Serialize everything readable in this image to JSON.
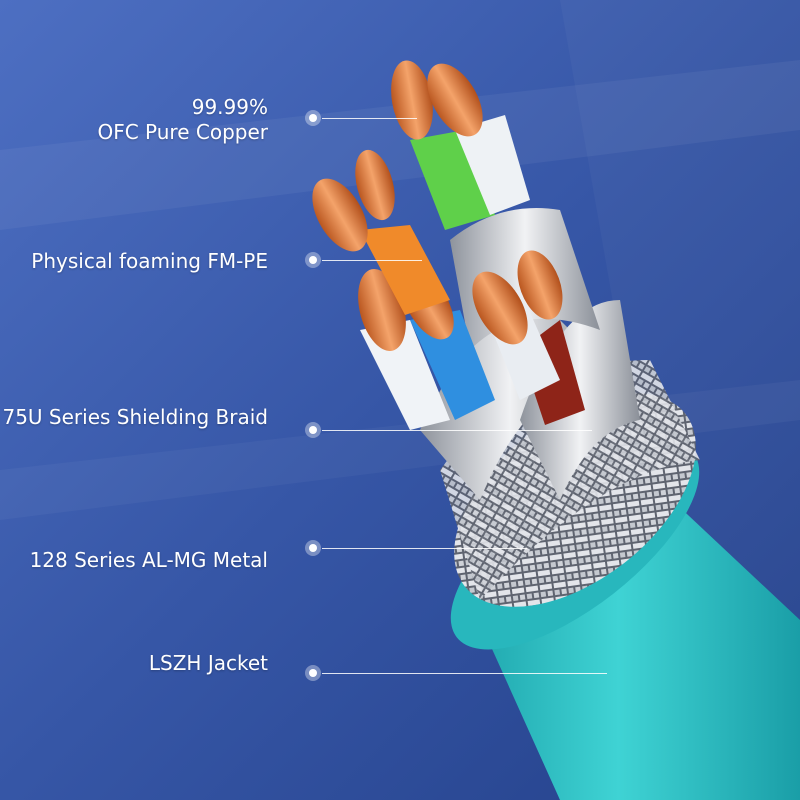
{
  "callouts": [
    {
      "line1": "99.99%",
      "line2": "OFC Pure Copper"
    },
    {
      "text": "Physical foaming FM-PE"
    },
    {
      "text": "75U Series Shielding Braid"
    },
    {
      "text": "128 Series AL-MG Metal"
    },
    {
      "text": "LSZH Jacket"
    }
  ],
  "colors": {
    "background": "#3a5aa8",
    "jacket": "#2fc6c9",
    "copper": "#d9783c",
    "pair_green": "#5fd04a",
    "pair_orange": "#f08a2a",
    "pair_blue": "#2f8fe0",
    "pair_brown": "#9a2a1e",
    "shield": "#c9ccd4"
  }
}
